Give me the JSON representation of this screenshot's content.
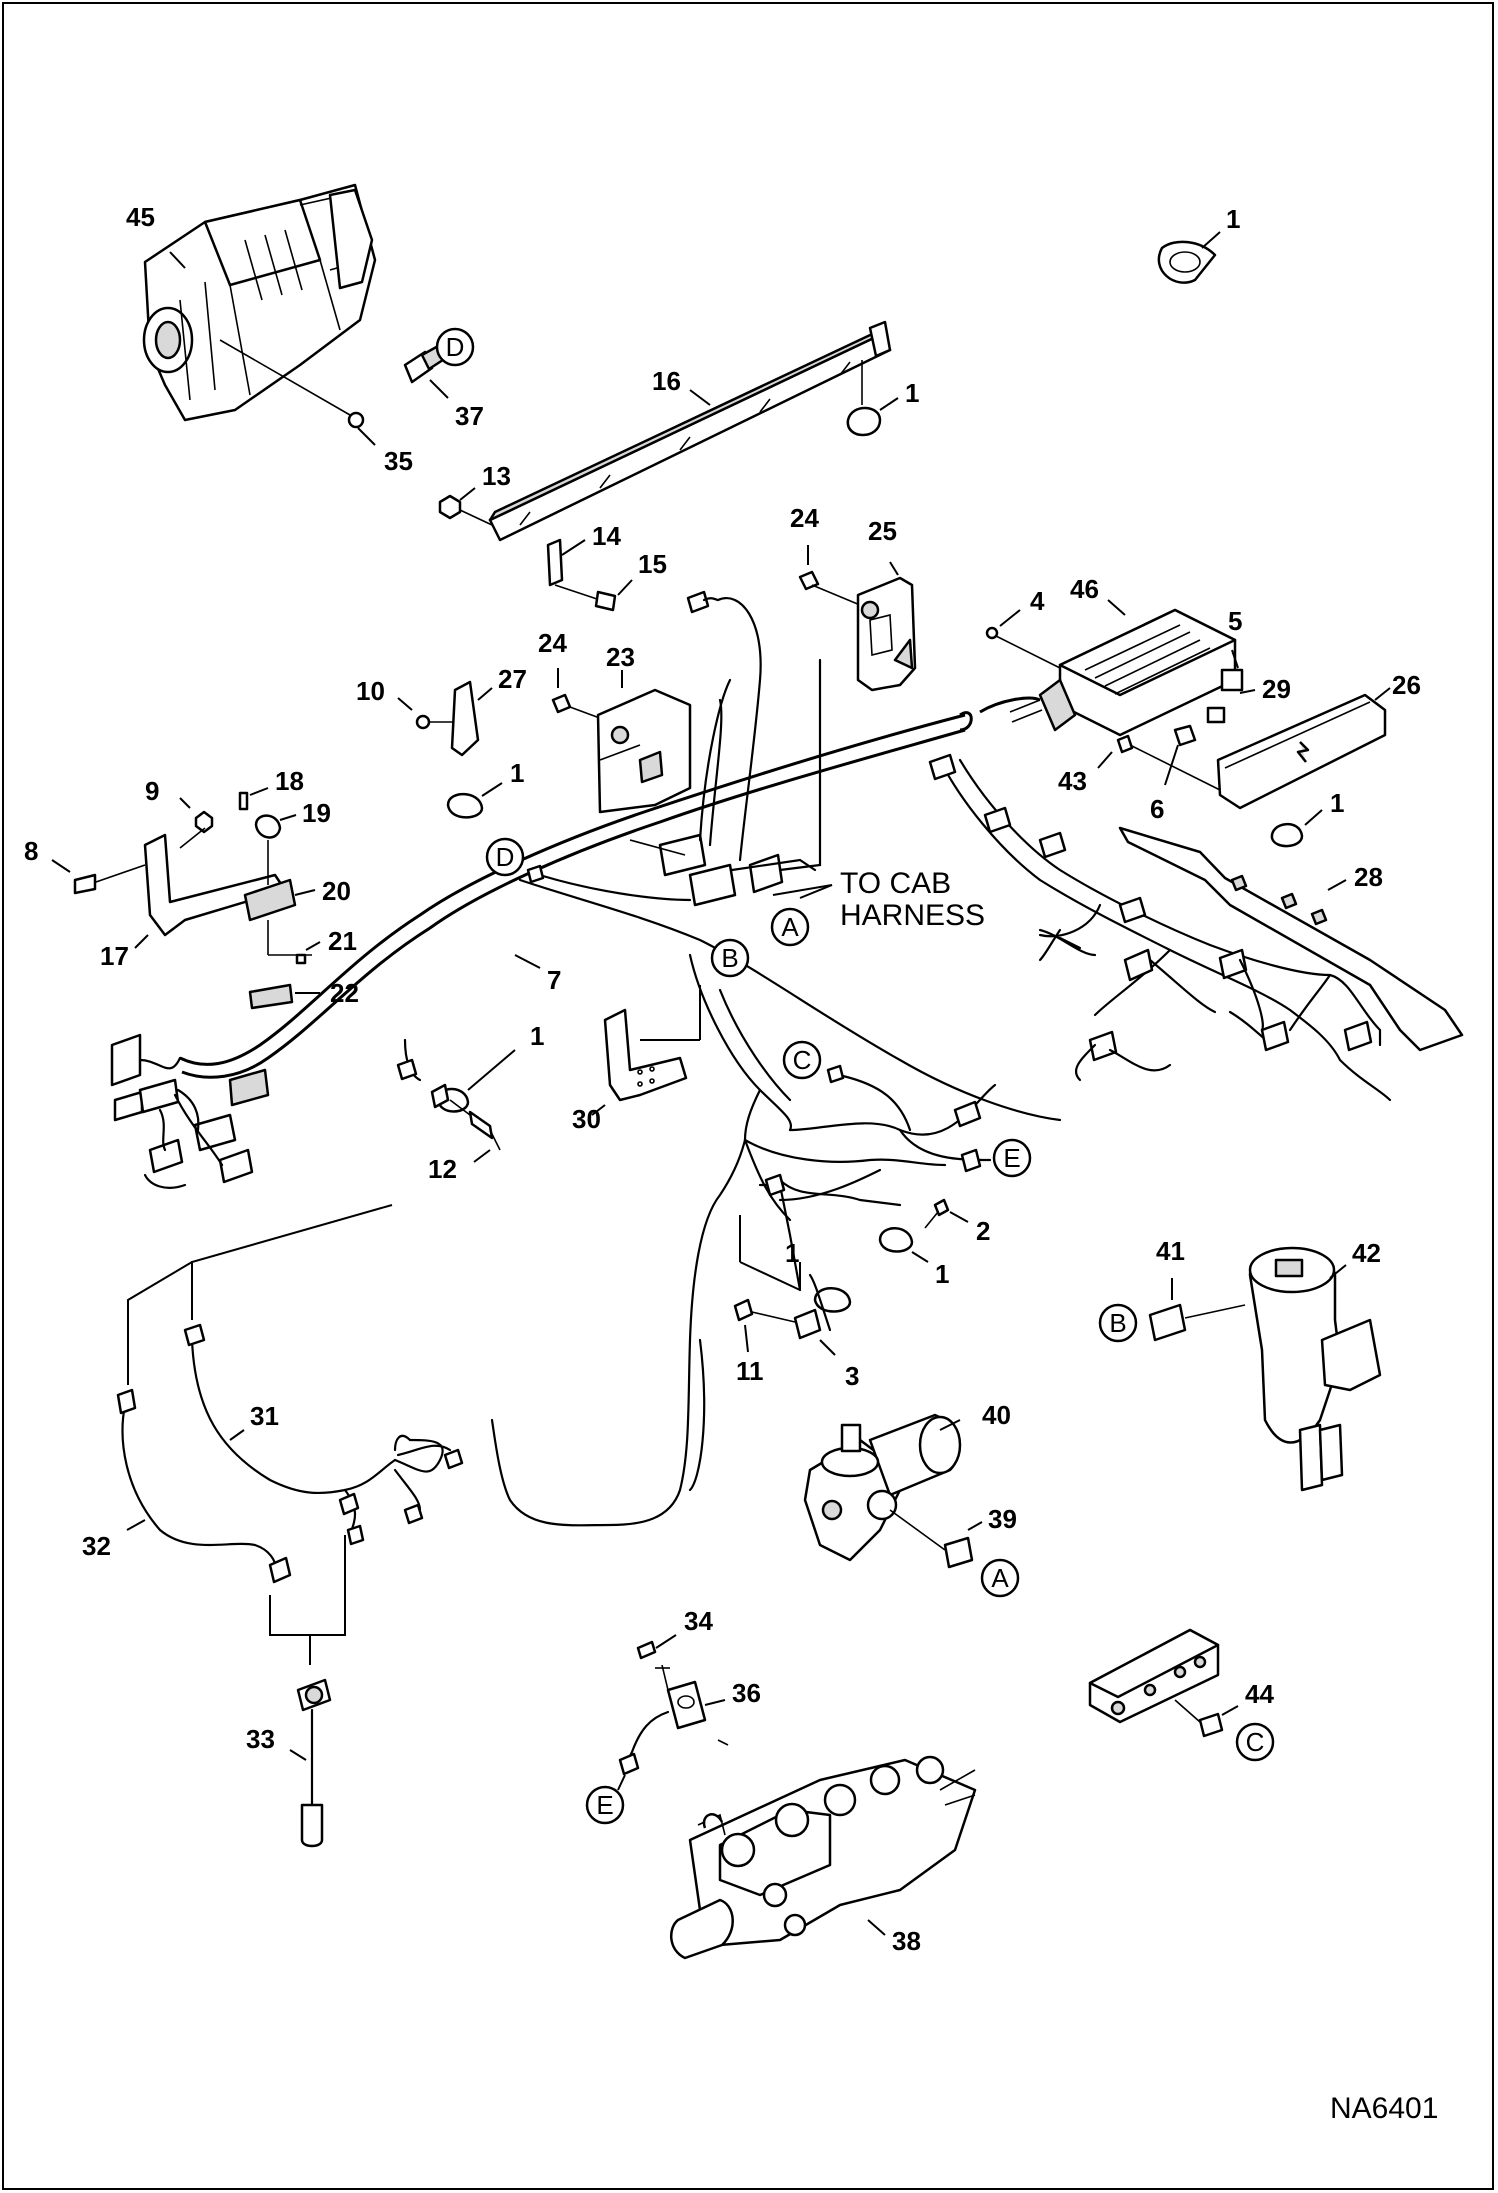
{
  "labels": {
    "l45": "45",
    "l1a": "1",
    "l16": "16",
    "l1b": "1",
    "l37": "37",
    "l35": "35",
    "l13": "13",
    "l14": "14",
    "l15": "15",
    "l24a": "24",
    "l25": "25",
    "l4": "4",
    "l46": "46",
    "l5": "5",
    "l29": "29",
    "l26": "26",
    "l43": "43",
    "l6": "6",
    "l1c": "1",
    "l28": "28",
    "l10": "10",
    "l27": "27",
    "l24b": "24",
    "l23": "23",
    "l1d": "1",
    "l9": "9",
    "l18": "18",
    "l19": "19",
    "l8": "8",
    "l20": "20",
    "l17": "17",
    "l21": "21",
    "l22": "22",
    "l7": "7",
    "l1e": "1",
    "l12": "12",
    "l30": "30",
    "l2": "2",
    "l1f": "1",
    "l1g": "1",
    "l11": "11",
    "l3": "3",
    "l41": "41",
    "l42": "42",
    "l40": "40",
    "l39": "39",
    "l31": "31",
    "l32": "32",
    "l33": "33",
    "l34": "34",
    "l36": "36",
    "l38": "38",
    "l44": "44"
  },
  "callouts": {
    "d_top": "D",
    "d_mid": "D",
    "a_mid": "A",
    "b_mid": "B",
    "c_mid": "C",
    "e_mid": "E",
    "b_right": "B",
    "a_right": "A",
    "c_right": "C",
    "e_left": "E"
  },
  "cab_harness": {
    "line1": "TO CAB",
    "line2": "HARNESS"
  },
  "figure_code": "NA6401"
}
